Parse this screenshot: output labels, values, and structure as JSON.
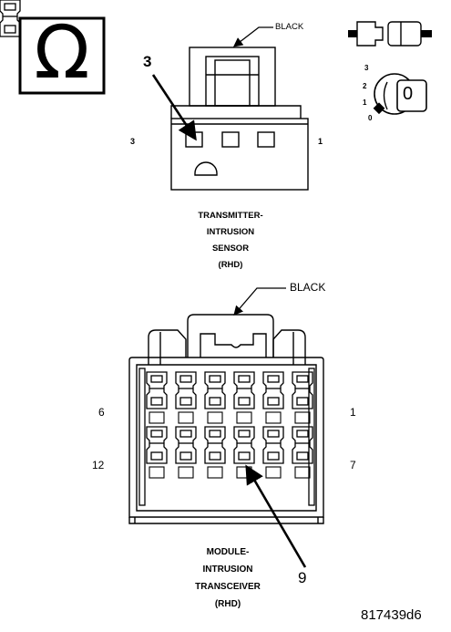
{
  "ohm_symbol": "Ω",
  "top_connector": {
    "color_label": "BLACK",
    "callout_number": "3",
    "pin_left": "3",
    "pin_right": "1",
    "caption_lines": [
      "TRANSMITTER-",
      "INTRUSION",
      "SENSOR",
      "(RHD)"
    ]
  },
  "key_switch": {
    "positions": [
      "3",
      "2",
      "1",
      "0"
    ],
    "current_label": "0"
  },
  "bottom_connector": {
    "color_label": "BLACK",
    "pin_top_left": "6",
    "pin_top_right": "1",
    "pin_bottom_left": "12",
    "pin_bottom_right": "7",
    "callout_number": "9",
    "caption_lines": [
      "MODULE-",
      "INTRUSION",
      "TRANSCEIVER",
      "(RHD)"
    ]
  },
  "figure_id": "817439d6"
}
